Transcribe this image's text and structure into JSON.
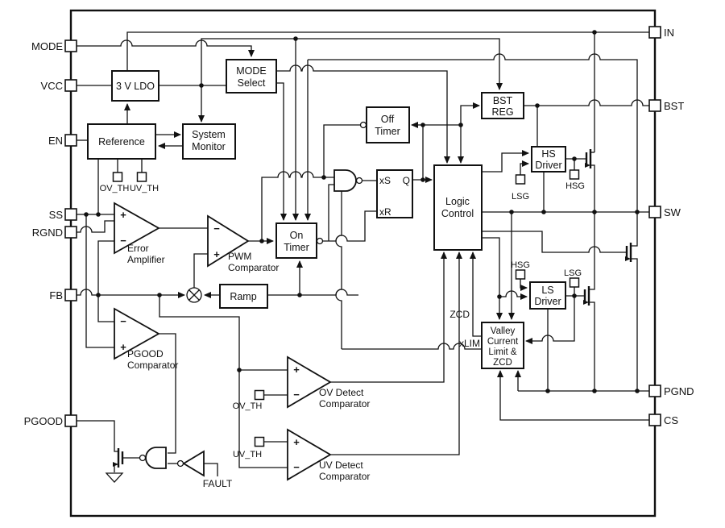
{
  "diagram": {
    "pins_left": {
      "mode": "MODE",
      "vcc": "VCC",
      "en": "EN",
      "ss": "SS",
      "rgnd": "RGND",
      "fb": "FB",
      "pgood": "PGOOD"
    },
    "pins_right": {
      "in": "IN",
      "bst": "BST",
      "sw": "SW",
      "pgnd": "PGND",
      "cs": "CS"
    },
    "blocks": {
      "ldo": {
        "label": "3 V LDO"
      },
      "mode_select": {
        "l1": "MODE",
        "l2": "Select"
      },
      "reference": {
        "label": "Reference"
      },
      "system_monitor": {
        "l1": "System",
        "l2": "Monitor"
      },
      "off_timer": {
        "l1": "Off",
        "l2": "Timer"
      },
      "on_timer": {
        "l1": "On",
        "l2": "Timer"
      },
      "ramp": {
        "label": "Ramp"
      },
      "bst_reg": {
        "l1": "BST",
        "l2": "REG"
      },
      "hs_driver": {
        "l1": "HS",
        "l2": "Driver"
      },
      "ls_driver": {
        "l1": "LS",
        "l2": "Driver"
      },
      "logic_control": {
        "l1": "Logic",
        "l2": "Control"
      },
      "valley": {
        "l1": "Valley",
        "l2": "Current",
        "l3": "Limit &",
        "l4": "ZCD"
      }
    },
    "latch": {
      "s": "xS",
      "q": "Q",
      "r": "xR"
    },
    "comparators": {
      "error_amp": {
        "l1": "Error",
        "l2": "Amplifier"
      },
      "pwm": {
        "l1": "PWM",
        "l2": "Comparator"
      },
      "pgood": {
        "l1": "PGOOD",
        "l2": "Comparator"
      },
      "ov": {
        "l1": "OV Detect",
        "l2": "Comparator"
      },
      "uv": {
        "l1": "UV Detect",
        "l2": "Comparator"
      }
    },
    "test_pins": {
      "ov_th": "OV_TH",
      "uv_th": "UV_TH",
      "lsg": "LSG",
      "hsg": "HSG"
    },
    "net_labels": {
      "fault": "FAULT",
      "zcd": "ZCD",
      "xlim": "xLIM"
    },
    "signs": {
      "plus": "+",
      "minus": "−"
    },
    "colors": {
      "line": "#111111",
      "background": "#ffffff"
    }
  }
}
